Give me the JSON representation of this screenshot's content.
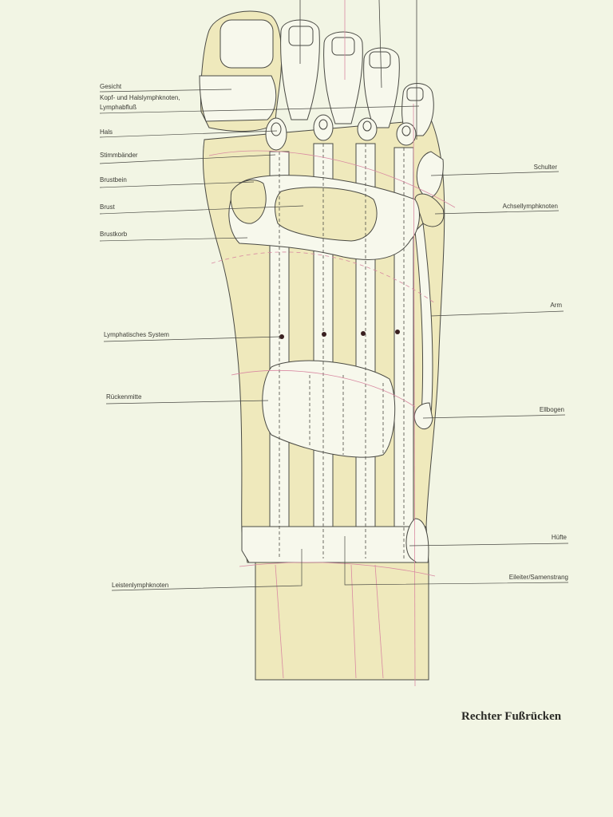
{
  "colors": {
    "page": "#f2f5e4",
    "zone_fill": "#efe9bc",
    "light_fill": "#f7f8ec",
    "outline": "#4a4a44",
    "meridian": "#d98aa2",
    "dot": "#3a2020"
  },
  "labels": {
    "gesicht": "Gesicht",
    "kopf_line1": "Kopf- und Halslymphknoten,",
    "kopf_line2": "Lymphabfluß",
    "hals": "Hals",
    "stimmbaender": "Stimmbänder",
    "brustbein": "Brustbein",
    "brust": "Brust",
    "brustkorb": "Brustkorb",
    "lymph_system": "Lymphatisches System",
    "rueckenmitte": "Rückenmitte",
    "leisten": "Leistenlymphknoten",
    "schulter": "Schulter",
    "achsel": "Achsellymphknoten",
    "arm": "Arm",
    "ellbogen": "Ellbogen",
    "huefte": "Hüfte",
    "eileiter": "Eileiter/Samenstrang"
  },
  "caption": "Rechter Fußrücken"
}
